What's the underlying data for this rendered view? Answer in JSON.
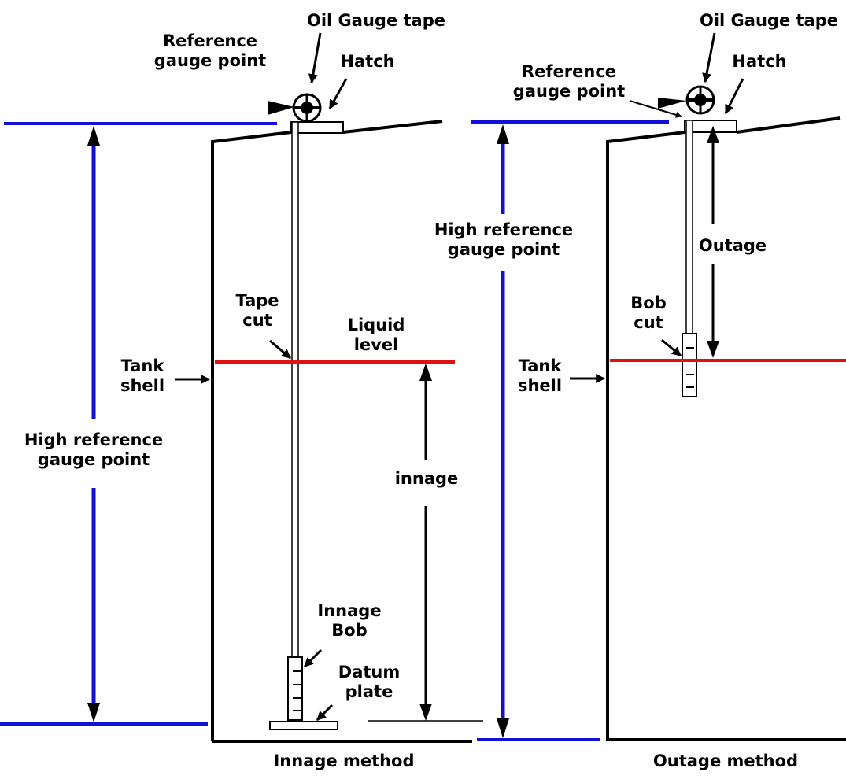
{
  "colors": {
    "reference_line": "#1010d8",
    "liquid_level": "#e01010",
    "outline": "#000000",
    "background": "#ffffff"
  },
  "innage_panel": {
    "oil_gauge_tape": "Oil Gauge tape",
    "reference_gauge_point": [
      "Reference",
      "gauge point"
    ],
    "hatch": "Hatch",
    "high_reference_gauge_point": [
      "High reference",
      "gauge point"
    ],
    "tape_cut": [
      "Tape",
      "cut"
    ],
    "liquid_level": [
      "Liquid",
      "level"
    ],
    "tank_shell": [
      "Tank",
      "shell"
    ],
    "innage": "innage",
    "innage_bob": [
      "Innage",
      "Bob"
    ],
    "datum_plate": [
      "Datum",
      "plate"
    ],
    "caption": "Innage method"
  },
  "outage_panel": {
    "oil_gauge_tape": "Oil Gauge tape",
    "reference_gauge_point": [
      "Reference",
      "gauge point"
    ],
    "hatch": "Hatch",
    "high_reference_gauge_point": [
      "High reference",
      "gauge point"
    ],
    "outage": "Outage",
    "bob_cut": [
      "Bob",
      "cut"
    ],
    "tank_shell": [
      "Tank",
      "shell"
    ],
    "caption": "Outage method"
  }
}
